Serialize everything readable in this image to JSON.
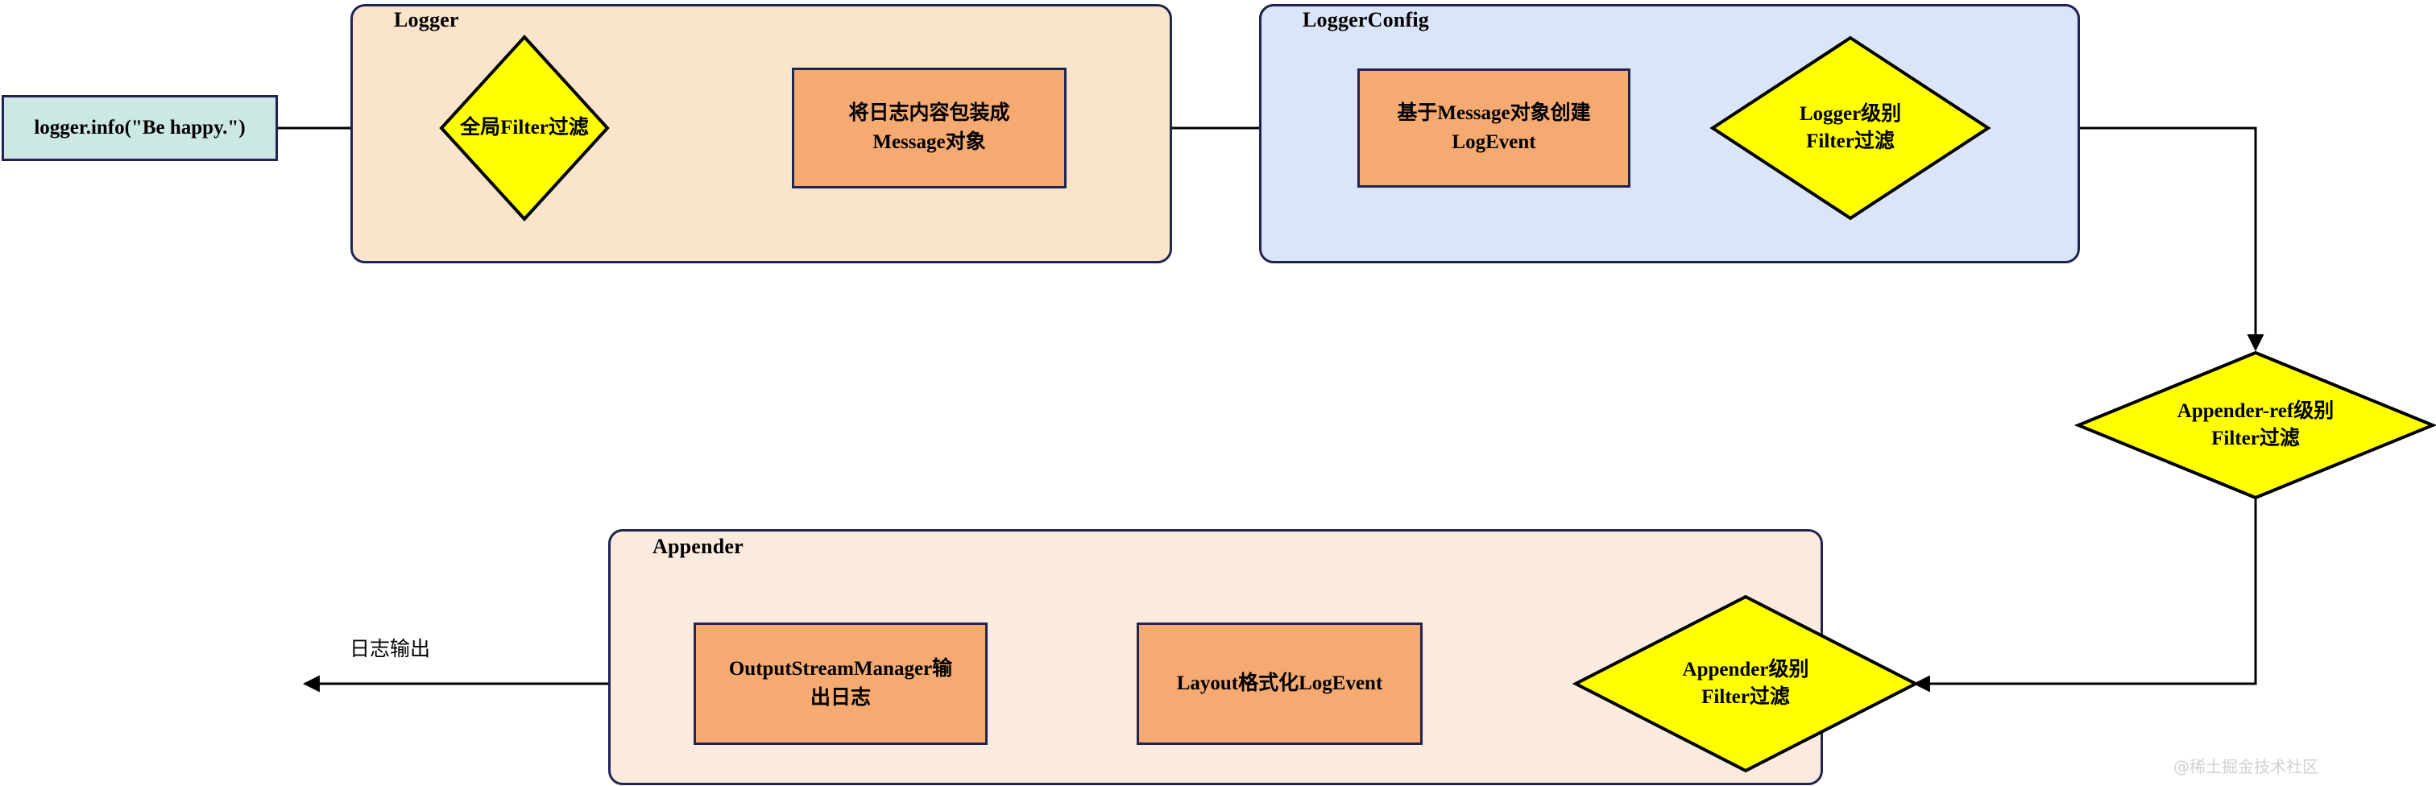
{
  "diagram": {
    "title": "Log4j2 logging pipeline flowchart",
    "colors": {
      "lane_logger_fill": "#fae5cc",
      "lane_loggerconfig_fill": "#dbe5fa",
      "lane_appender_fill": "#fbeade",
      "lane_border": "#1f2452",
      "process_fill": "#f5aa72",
      "decision_fill": "#ffff00",
      "terminator_fill": "#cce8e4",
      "connector": "#000000",
      "watermark": "#d0d0d0"
    },
    "lanes": [
      {
        "id": "logger",
        "label": "Logger"
      },
      {
        "id": "loggerconfig",
        "label": "LoggerConfig"
      },
      {
        "id": "appender",
        "label": "Appender"
      }
    ],
    "nodes": {
      "start": {
        "label": "logger.info(\"Be happy.\")",
        "shape": "terminator"
      },
      "global_filter": {
        "label": "全局Filter过滤",
        "shape": "decision"
      },
      "wrap_message": {
        "line1": "将日志内容包装成",
        "line2": "Message对象",
        "shape": "process"
      },
      "create_logevent": {
        "line1": "基于Message对象创建",
        "line2": "LogEvent",
        "shape": "process"
      },
      "logger_level_filter": {
        "line1": "Logger级别",
        "line2": "Filter过滤",
        "shape": "decision"
      },
      "appender_ref_filter": {
        "line1": "Appender-ref级别",
        "line2": "Filter过滤",
        "shape": "decision"
      },
      "appender_level_filter": {
        "line1": "Appender级别",
        "line2": "Filter过滤",
        "shape": "decision"
      },
      "layout_format": {
        "label": "Layout格式化LogEvent",
        "shape": "process"
      },
      "output_stream_manager": {
        "line1": "OutputStreamManager输",
        "line2": "出日志",
        "shape": "process"
      }
    },
    "edges": [
      {
        "from": "start",
        "to": "global_filter",
        "label": ""
      },
      {
        "from": "global_filter",
        "to": "wrap_message",
        "label": ""
      },
      {
        "from": "wrap_message",
        "to": "create_logevent",
        "label": ""
      },
      {
        "from": "create_logevent",
        "to": "logger_level_filter",
        "label": ""
      },
      {
        "from": "logger_level_filter",
        "to": "appender_ref_filter",
        "label": ""
      },
      {
        "from": "appender_ref_filter",
        "to": "appender_level_filter",
        "label": ""
      },
      {
        "from": "appender_level_filter",
        "to": "layout_format",
        "label": ""
      },
      {
        "from": "layout_format",
        "to": "output_stream_manager",
        "label": ""
      },
      {
        "from": "output_stream_manager",
        "to": "output",
        "label": "日志输出"
      }
    ],
    "edge_labels": {
      "log_output": "日志输出"
    },
    "watermark": "@稀土掘金技术社区"
  }
}
